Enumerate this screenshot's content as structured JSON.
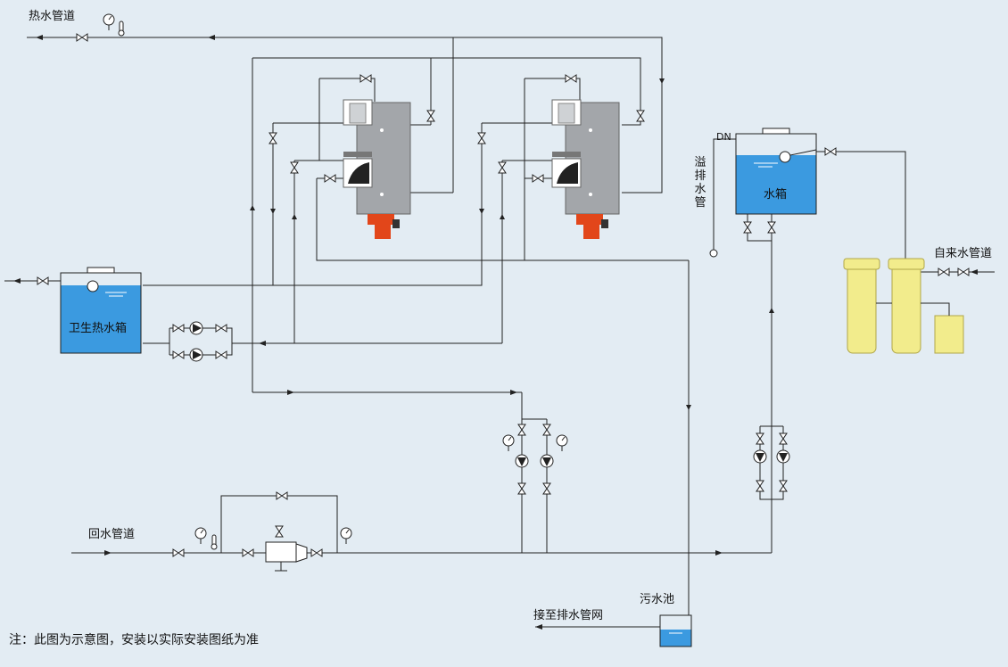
{
  "labels": {
    "hot_water_pipe": "热水管道",
    "return_water_pipe": "回水管道",
    "sanitary_hot_tank": "卫生热水箱",
    "water_tank": "水箱",
    "overflow_drain": "溢排水管",
    "dn": "DN",
    "tap_water_pipe": "自来水管道",
    "sewage_pool": "污水池",
    "to_drain_network": "接至排水管网",
    "note": "注：此图为示意图，安装以实际安装图纸为准"
  },
  "colors": {
    "background": "#e3ecf3",
    "pipe": "#222222",
    "tank_water": "#3b9ae0",
    "boiler_body": "#a3a6aa",
    "burner": "#e2461a",
    "softener": "#f2ec8c"
  }
}
